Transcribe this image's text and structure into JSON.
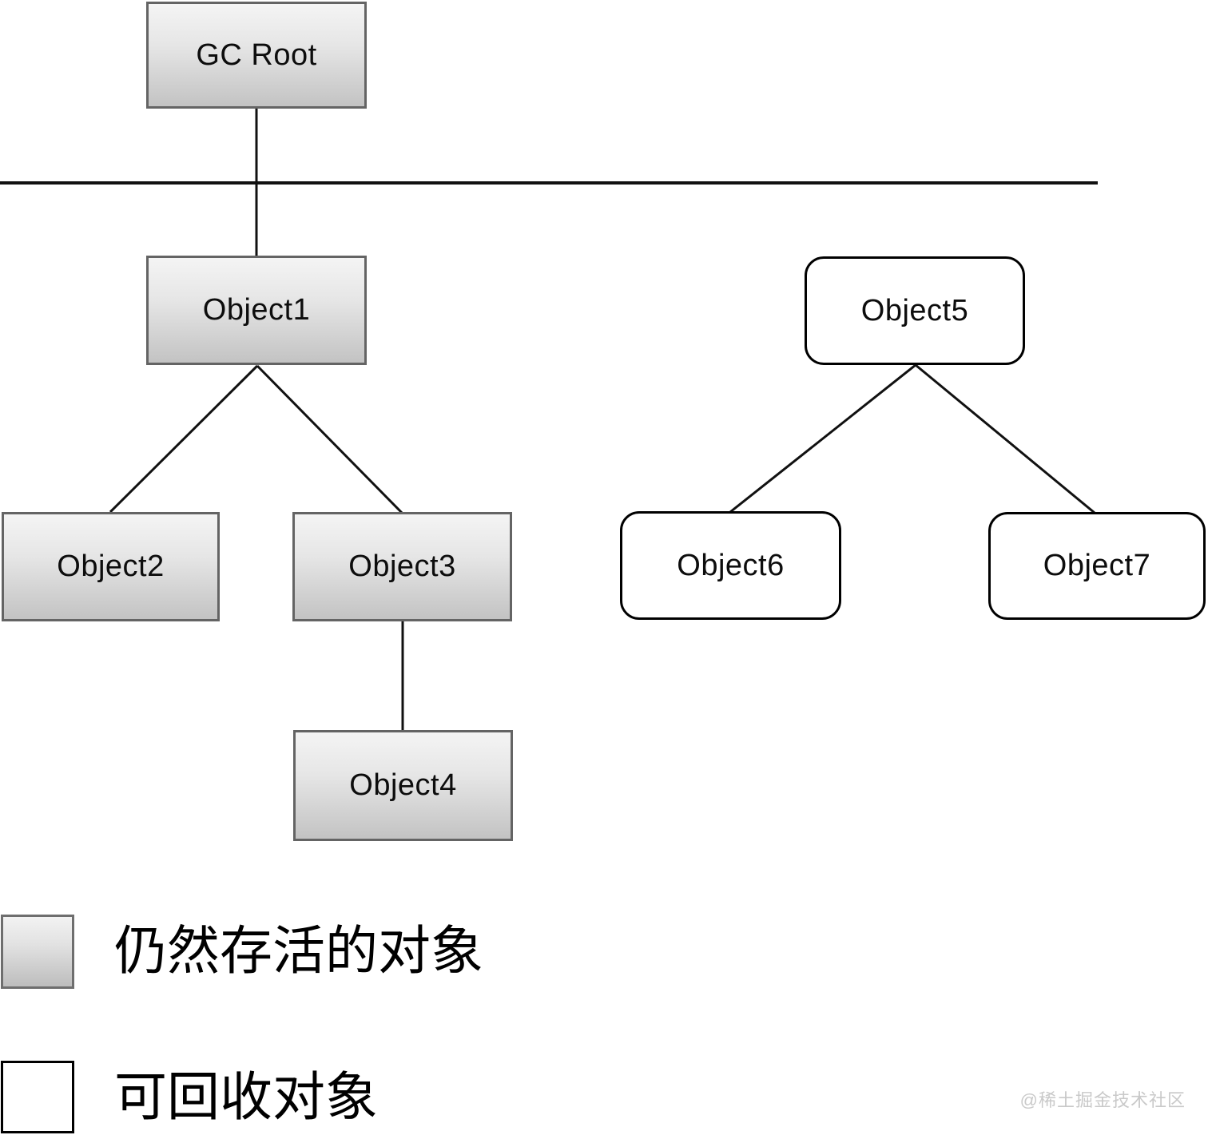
{
  "diagram": {
    "nodes": {
      "gc_root": {
        "label": "GC Root",
        "category": "alive"
      },
      "object1": {
        "label": "Object1",
        "category": "alive"
      },
      "object2": {
        "label": "Object2",
        "category": "alive"
      },
      "object3": {
        "label": "Object3",
        "category": "alive"
      },
      "object4": {
        "label": "Object4",
        "category": "alive"
      },
      "object5": {
        "label": "Object5",
        "category": "collectible"
      },
      "object6": {
        "label": "Object6",
        "category": "collectible"
      },
      "object7": {
        "label": "Object7",
        "category": "collectible"
      }
    },
    "edges": [
      {
        "from": "gc_root",
        "to": "object1"
      },
      {
        "from": "object1",
        "to": "object2"
      },
      {
        "from": "object1",
        "to": "object3"
      },
      {
        "from": "object3",
        "to": "object4"
      },
      {
        "from": "object5",
        "to": "object6"
      },
      {
        "from": "object5",
        "to": "object7"
      }
    ]
  },
  "legend": {
    "alive_label": "仍然存活的对象",
    "collectible_label": "可回收对象"
  },
  "watermark": "@稀土掘金技术社区",
  "colors": {
    "alive_gradient_top": "#f4f4f4",
    "alive_gradient_bottom": "#c3c3c3",
    "alive_border": "#646464",
    "collectible_fill": "#ffffff",
    "collectible_border": "#000000",
    "edge_stroke": "#111111",
    "watermark_color": "#c9c9c9"
  }
}
